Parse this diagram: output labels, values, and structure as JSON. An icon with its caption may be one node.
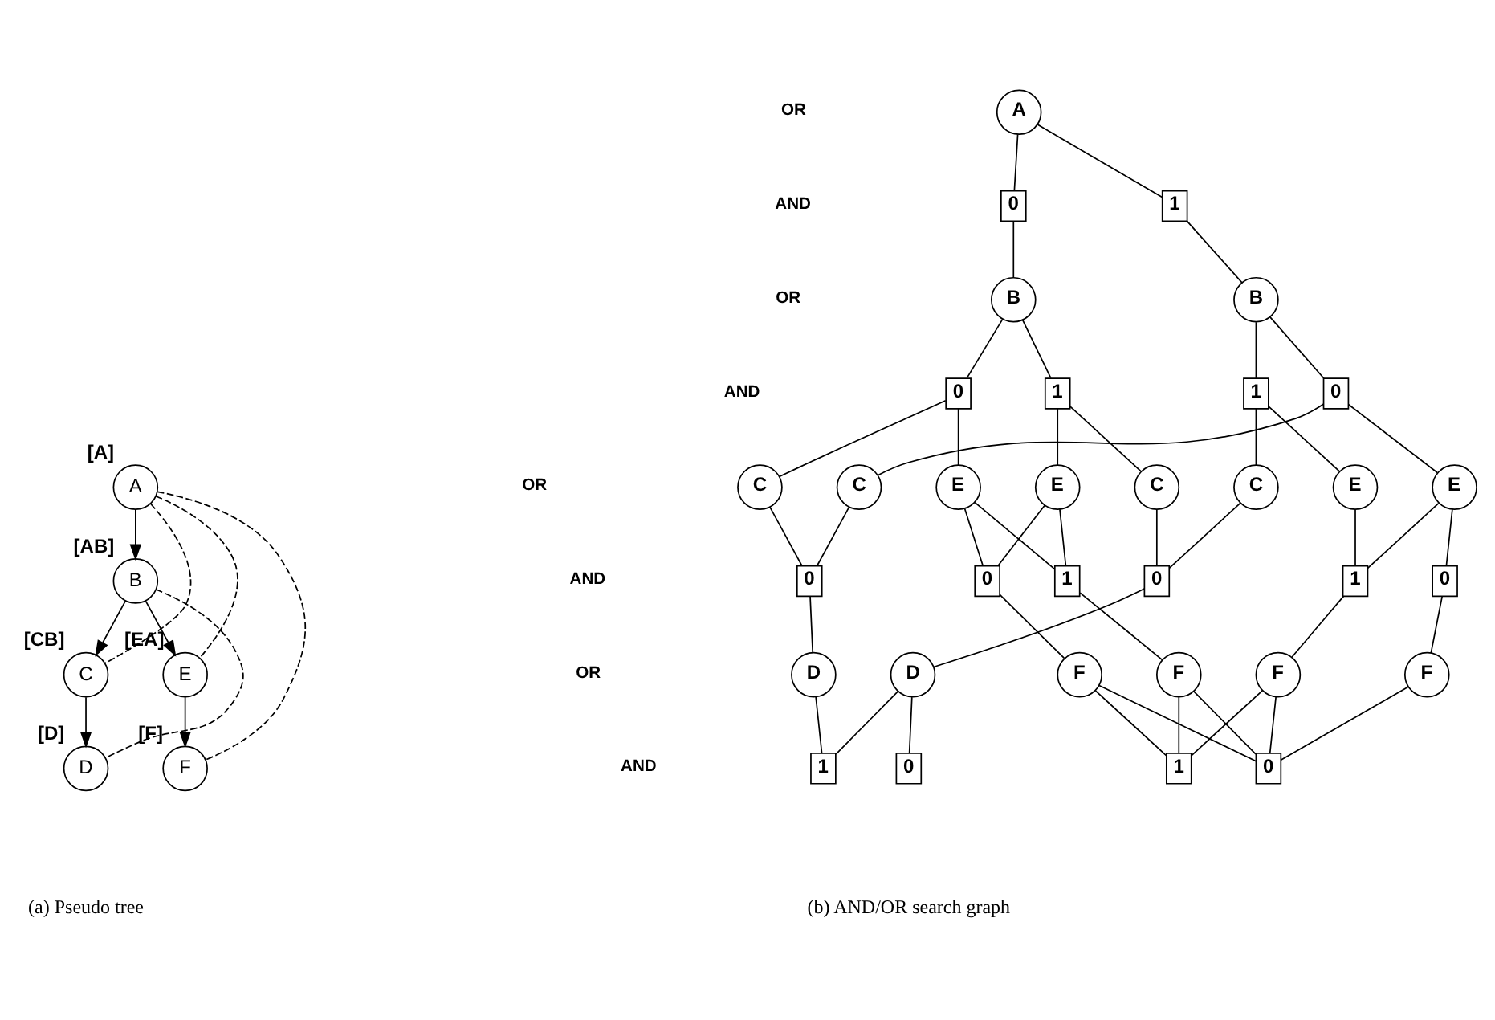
{
  "diagram": {
    "nodes": [
      {
        "text": [
          "A"
        ],
        "beside": [
          "[A]"
        ]
      },
      {
        "text": [
          "B"
        ],
        "beside": [
          "[AB]"
        ]
      },
      {
        "text": [
          "C"
        ],
        "beside": [
          "[CB]"
        ]
      },
      {
        "text": [
          "E"
        ],
        "beside": [
          "[EA]"
        ]
      },
      {
        "text": [
          "D"
        ],
        "beside": [
          "[D]"
        ]
      },
      {
        "text": [
          "F"
        ],
        "beside": [
          "[F]"
        ]
      },
      {
        "text": [
          "A"
        ]
      },
      {
        "text": [
          "0"
        ]
      },
      {
        "text": [
          "1"
        ]
      },
      {
        "text": [
          "B"
        ]
      },
      {
        "text": [
          "B"
        ]
      },
      {
        "text": [
          "0"
        ]
      },
      {
        "text": [
          "1"
        ]
      },
      {
        "text": [
          "0"
        ]
      },
      {
        "text": [
          "1"
        ]
      },
      {
        "text": [
          "C"
        ]
      },
      {
        "text": [
          "E"
        ]
      },
      {
        "text": [
          "C"
        ]
      },
      {
        "text": [
          "E"
        ]
      },
      {
        "text": [
          "C"
        ]
      },
      {
        "text": [
          "E"
        ]
      },
      {
        "text": [
          "C"
        ]
      },
      {
        "text": [
          "E"
        ]
      },
      {
        "text": [
          "0"
        ]
      },
      {
        "text": [
          "0"
        ]
      },
      {
        "text": [
          "1"
        ]
      },
      {
        "text": [
          "0"
        ]
      },
      {
        "text": [
          "0"
        ]
      },
      {
        "text": [
          "1"
        ]
      },
      {
        "text": [
          "D"
        ]
      },
      {
        "text": [
          "F"
        ]
      },
      {
        "text": [
          "F"
        ]
      },
      {
        "text": [
          "D"
        ]
      },
      {
        "text": [
          "F"
        ]
      },
      {
        "text": [
          "F"
        ]
      },
      {
        "text": [
          "0"
        ]
      },
      {
        "text": [
          "1"
        ]
      },
      {
        "text": [
          "0"
        ]
      },
      {
        "text": [
          "1"
        ]
      }
    ],
    "edges": [
      {
        "from": 0,
        "to": 1,
        "arrow": "to"
      },
      {
        "from": 1,
        "to": 2,
        "arrow": "to"
      },
      {
        "from": 1,
        "to": 3,
        "arrow": "to"
      },
      {
        "from": 2,
        "to": 4,
        "arrow": "to"
      },
      {
        "from": 3,
        "to": 5,
        "arrow": "to"
      },
      {
        "from": 0,
        "to": 2,
        "arrow": "none",
        "style": "dashed"
      },
      {
        "from": 0,
        "to": 3,
        "arrow": "none",
        "style": "dashed"
      },
      {
        "from": 1,
        "to": 4,
        "arrow": "none",
        "style": "dashed"
      },
      {
        "from": 0,
        "to": 5,
        "arrow": "none",
        "style": "dashed"
      },
      {
        "from": 6,
        "to": 7,
        "arrow": "none"
      },
      {
        "from": 6,
        "to": 8,
        "arrow": "none"
      },
      {
        "from": 7,
        "to": 9,
        "arrow": "none"
      },
      {
        "from": 8,
        "to": 10,
        "arrow": "none"
      },
      {
        "from": 9,
        "to": 11,
        "arrow": "none"
      },
      {
        "from": 9,
        "to": 12,
        "arrow": "none"
      },
      {
        "from": 10,
        "to": 13,
        "arrow": "none"
      },
      {
        "from": 10,
        "to": 14,
        "arrow": "none"
      },
      {
        "from": 11,
        "to": 15,
        "arrow": "none"
      },
      {
        "from": 11,
        "to": 16,
        "arrow": "none"
      },
      {
        "from": 12,
        "to": 17,
        "arrow": "none"
      },
      {
        "from": 12,
        "to": 18,
        "arrow": "none"
      },
      {
        "from": 13,
        "to": 19,
        "arrow": "none"
      },
      {
        "from": 13,
        "to": 20,
        "arrow": "none"
      },
      {
        "from": 14,
        "to": 21,
        "arrow": "none"
      },
      {
        "from": 14,
        "to": 22,
        "arrow": "none"
      },
      {
        "from": 15,
        "to": 23,
        "arrow": "none"
      },
      {
        "from": 16,
        "to": 24,
        "arrow": "none"
      },
      {
        "from": 16,
        "to": 25,
        "arrow": "none"
      },
      {
        "from": 17,
        "to": 26,
        "arrow": "none"
      },
      {
        "from": 18,
        "to": 24,
        "arrow": "none"
      },
      {
        "from": 18,
        "to": 25,
        "arrow": "none"
      },
      {
        "from": 19,
        "to": 23,
        "arrow": "none"
      },
      {
        "from": 20,
        "to": 27,
        "arrow": "none"
      },
      {
        "from": 20,
        "to": 28,
        "arrow": "none"
      },
      {
        "from": 21,
        "to": 26,
        "arrow": "none"
      },
      {
        "from": 22,
        "to": 28,
        "arrow": "none"
      },
      {
        "from": 23,
        "to": 29,
        "arrow": "none"
      },
      {
        "from": 24,
        "to": 30,
        "arrow": "none"
      },
      {
        "from": 25,
        "to": 31,
        "arrow": "none"
      },
      {
        "from": 26,
        "to": 32,
        "arrow": "none"
      },
      {
        "from": 27,
        "to": 33,
        "arrow": "none"
      },
      {
        "from": 28,
        "to": 34,
        "arrow": "none"
      },
      {
        "from": 29,
        "to": 36,
        "arrow": "none"
      },
      {
        "from": 30,
        "to": 37,
        "arrow": "none"
      },
      {
        "from": 30,
        "to": 38,
        "arrow": "none"
      },
      {
        "from": 31,
        "to": 37,
        "arrow": "none"
      },
      {
        "from": 31,
        "to": 38,
        "arrow": "none"
      },
      {
        "from": 32,
        "to": 35,
        "arrow": "none"
      },
      {
        "from": 32,
        "to": 36,
        "arrow": "none"
      },
      {
        "from": 33,
        "to": 37,
        "arrow": "none"
      },
      {
        "from": 34,
        "to": 37,
        "arrow": "none"
      },
      {
        "from": 34,
        "to": 38,
        "arrow": "none"
      }
    ],
    "labels": [
      "OR",
      "AND",
      "OR",
      "AND",
      "OR",
      "AND",
      "OR",
      "AND",
      "(a) Pseudo tree",
      "(b) AND/OR search graph"
    ]
  }
}
